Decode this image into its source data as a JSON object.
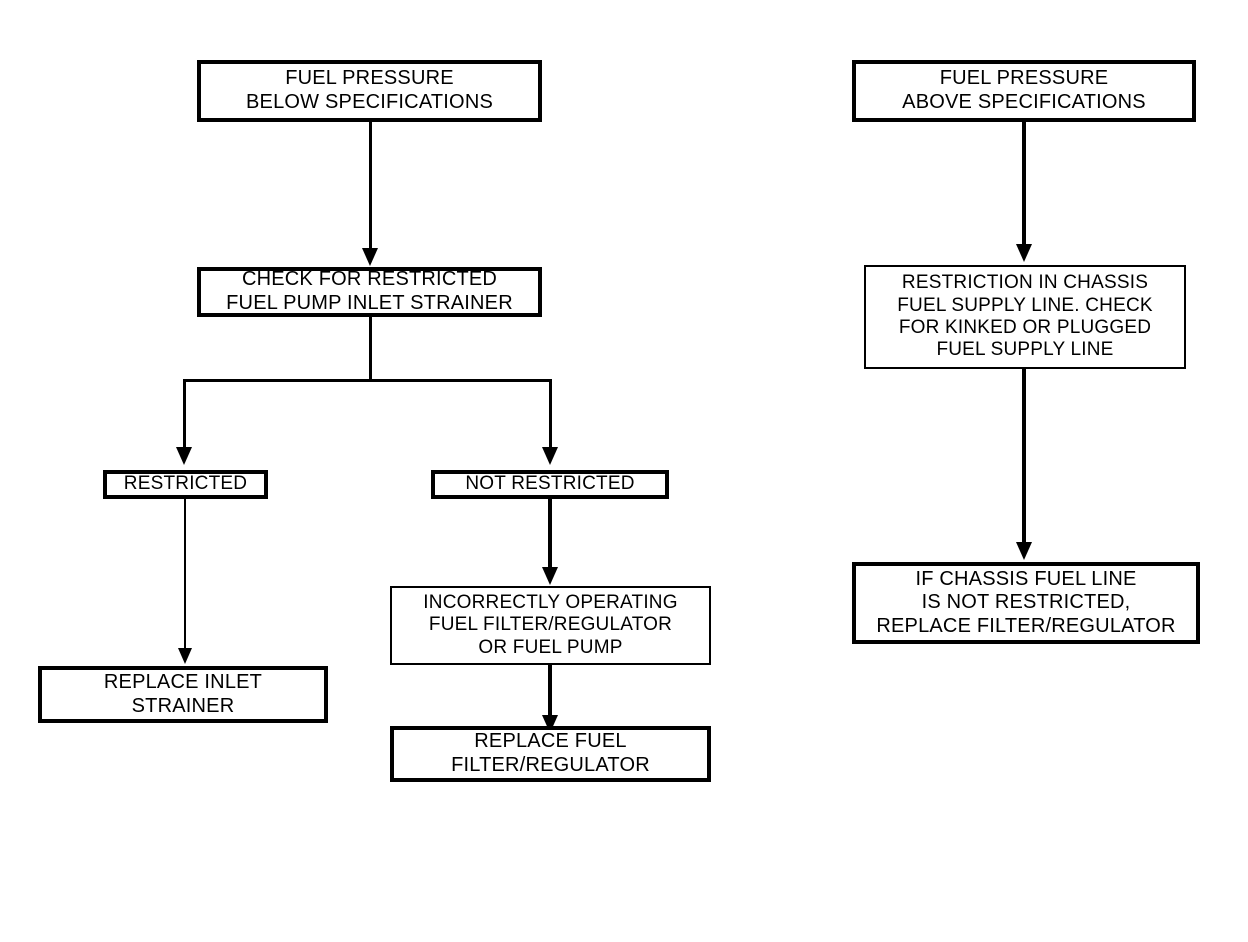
{
  "diagram": {
    "title": "Fuel Pressure Diagnostic Flowchart",
    "ink_color": "#000000",
    "background_color": "#ffffff",
    "left_branch": {
      "start": {
        "label": "FUEL PRESSURE\nBELOW SPECIFICATIONS"
      },
      "check": {
        "label": "CHECK FOR RESTRICTED\nFUEL PUMP INLET STRAINER"
      },
      "outcome_restricted": {
        "label": "RESTRICTED"
      },
      "outcome_not_restricted": {
        "label": "NOT RESTRICTED"
      },
      "action_replace_strainer": {
        "label": "REPLACE INLET\nSTRAINER"
      },
      "cause_incorrect_operation": {
        "label": "INCORRECTLY OPERATING\nFUEL FILTER/REGULATOR\nOR FUEL PUMP"
      },
      "action_replace_filter": {
        "label": "REPLACE FUEL\nFILTER/REGULATOR"
      }
    },
    "right_branch": {
      "start": {
        "label": "FUEL PRESSURE\nABOVE SPECIFICATIONS"
      },
      "check": {
        "label": "RESTRICTION IN CHASSIS\nFUEL SUPPLY LINE. CHECK\nFOR KINKED OR PLUGGED\nFUEL  SUPPLY LINE"
      },
      "action": {
        "label": "IF CHASSIS FUEL LINE\nIS NOT RESTRICTED,\nREPLACE FILTER/REGULATOR"
      }
    }
  }
}
